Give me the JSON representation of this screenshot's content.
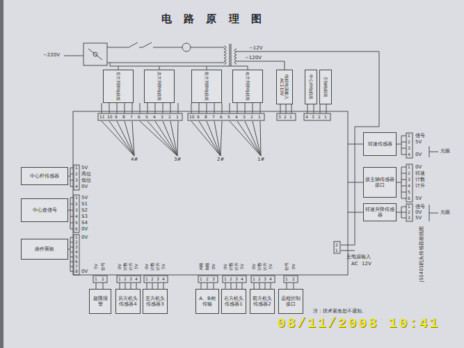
{
  "diagram": {
    "title": "电 路 原 理 图",
    "nodes": [
      {
        "text": [
          "后方升降电机组"
        ]
      },
      {
        "text": [
          "左方升降电机组"
        ]
      },
      {
        "text": [
          "前方升降电机组"
        ]
      },
      {
        "text": [
          "右方升降电机组"
        ]
      },
      {
        "text": [
          "电机电源输入 AC110V"
        ]
      },
      {
        "text": [
          "中心杆电机组"
        ]
      },
      {
        "text": [
          "主轴电机组"
        ]
      },
      {
        "text": [
          "中心杆传感器"
        ]
      },
      {
        "text": [
          "中心盘信号"
        ]
      },
      {
        "text": [
          "操作面板"
        ]
      },
      {
        "text": [
          "转速传感器"
        ]
      },
      {
        "text": [
          "接主轴传感器接口"
        ]
      },
      {
        "text": [
          "转速升降传感器"
        ]
      },
      {
        "text": [
          "超限报警"
        ]
      },
      {
        "text": [
          "后方机头传感器4"
        ]
      },
      {
        "text": [
          "左方机头传感器3"
        ]
      },
      {
        "text": [
          "A、B相传输"
        ]
      },
      {
        "text": [
          "右方机头传感器1"
        ]
      },
      {
        "text": [
          "前方机头传感器2"
        ]
      },
      {
        "text": [
          "远程控制接口"
        ]
      }
    ],
    "labels": [
      "~220V",
      "~12V",
      "~120V",
      "11",
      "10",
      "9",
      "8",
      "7",
      "6",
      "5",
      "4",
      "3",
      "2",
      "1",
      "10",
      "9",
      "8",
      "7",
      "6",
      "5",
      "4",
      "3",
      "2",
      "1",
      "3",
      "2",
      "1",
      "4",
      "3",
      "2",
      "1",
      "4#",
      "3#",
      "2#",
      "1#",
      "1",
      "2",
      "3",
      "4",
      "5V",
      "高位",
      "低位",
      "0V",
      "1",
      "2",
      "3",
      "4",
      "5",
      "6",
      "5V",
      "S1",
      "S2",
      "S3",
      "S4",
      "0V",
      "1",
      "2",
      "3",
      "4",
      "5",
      "6",
      "7",
      "8",
      "0V",
      "0V",
      "1",
      "2",
      "3",
      "4",
      "信号",
      "5V",
      "0V",
      "光眼",
      "1",
      "2",
      "3",
      "4",
      "5",
      "6",
      "0V",
      "转速",
      "计数",
      "计升",
      "5V",
      "1",
      "2",
      "3",
      "信号",
      "0V",
      "5V",
      "光眼",
      "JS1401机头传感器接线图",
      "主电源输入",
      "AC",
      "12V",
      "2",
      "1",
      "1",
      "2",
      "1",
      "2",
      "3",
      "4",
      "1",
      "2",
      "3",
      "4",
      "1",
      "2",
      "3",
      "1",
      "2",
      "3",
      "4",
      "1",
      "2",
      "3",
      "4",
      "1",
      "2",
      "5V",
      "信号",
      "0V",
      "计数",
      "计升",
      "5V",
      "0V",
      "计数",
      "计升",
      "5V",
      "A相",
      "B相",
      "0V",
      "0V",
      "计数",
      "计升",
      "5V",
      "0V",
      "计数",
      "计升",
      "5V",
      "信号",
      "0V",
      "注：技术更改恕不通知。",
      "08/11/2008 10:41"
    ]
  }
}
